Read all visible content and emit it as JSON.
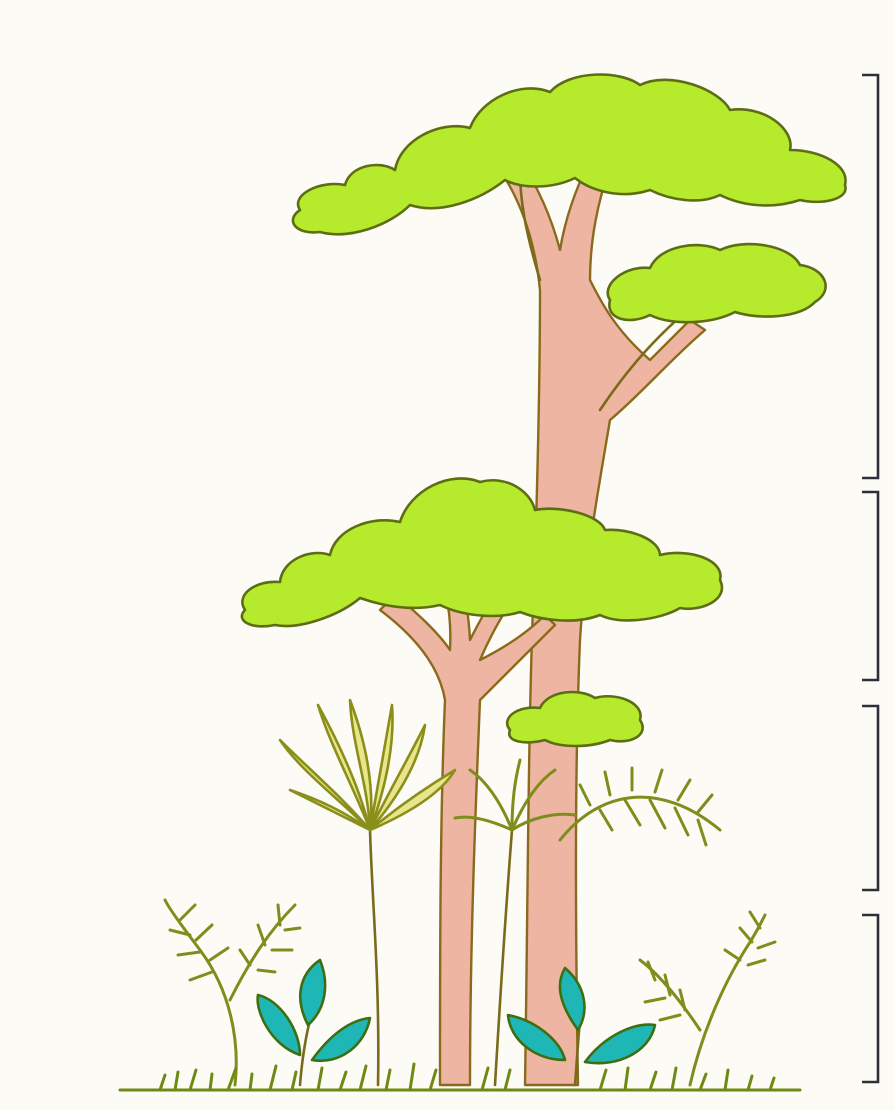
{
  "diagram": {
    "layers": [
      {
        "id": "emergent",
        "label": ""
      },
      {
        "id": "canopy",
        "label": ""
      },
      {
        "id": "understory",
        "label": ""
      },
      {
        "id": "forest-floor",
        "label": ""
      }
    ],
    "colors": {
      "background": "#fdfbf6",
      "leaves": "#b6ea2c",
      "trunk": "#eeb5a2",
      "ferns": "#7e8e1c",
      "teal_leaves": "#1fb7b6",
      "brackets": "#2f2f3a"
    }
  }
}
